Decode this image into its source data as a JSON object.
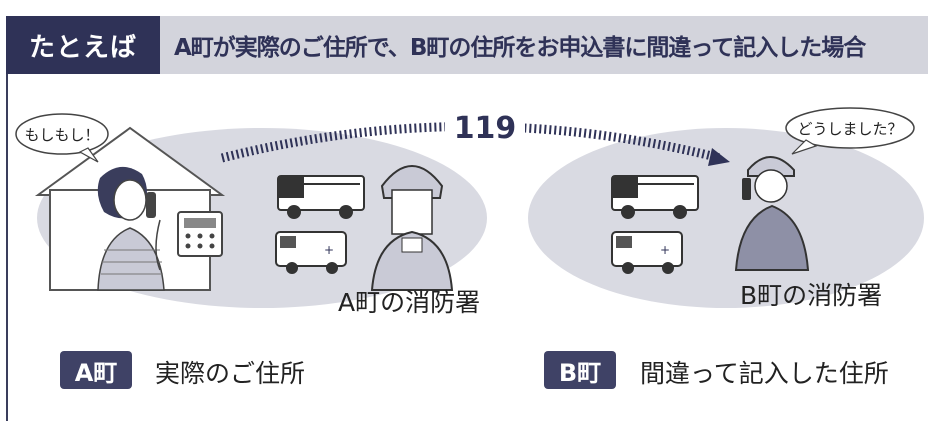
{
  "header": {
    "tag": "たとえば",
    "title": "A町が実際のご住所で、B町の住所をお申込書に間違って記入した場合"
  },
  "call": {
    "number": "119",
    "caller_speech": "もしもし！",
    "responder_speech": "どうしました？"
  },
  "stations": {
    "a_label": "A町の消防署",
    "b_label": "B町の消防署"
  },
  "legend": {
    "a_badge": "A町",
    "a_text": "実際のご住所",
    "b_badge": "B町",
    "b_text": "間違って記入した住所"
  },
  "colors": {
    "navy": "#2f3257",
    "header_gray": "#d3d4dc",
    "ellipse_gray": "#d9dae2"
  }
}
